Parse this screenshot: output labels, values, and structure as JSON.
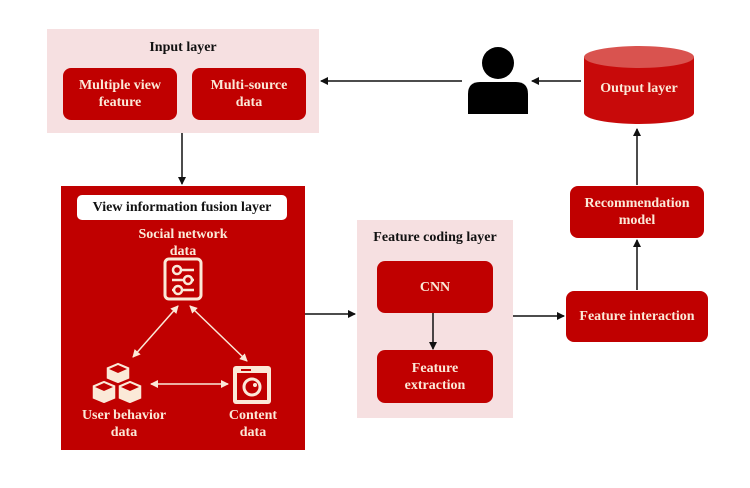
{
  "input_layer": {
    "title": "Input layer",
    "boxes": [
      {
        "label": "Multiple view feature",
        "line1": "Multiple view",
        "line2": "feature"
      },
      {
        "label": "Multi-source data",
        "line1": "Multi-source",
        "line2": "data"
      }
    ]
  },
  "user": {
    "icon": "user-icon"
  },
  "output_layer": {
    "label": "Output layer",
    "shape": "cylinder"
  },
  "fusion_layer": {
    "title": "View information fusion layer",
    "nodes": {
      "social": {
        "line1": "Social network",
        "line2": "data",
        "icon": "sliders-icon"
      },
      "user_behavior": {
        "line1": "User behavior",
        "line2": "data",
        "icon": "cubes-icon"
      },
      "content": {
        "line1": "Content",
        "line2": "data",
        "icon": "camera-icon"
      }
    }
  },
  "feature_coding_layer": {
    "title": "Feature coding layer",
    "boxes": [
      {
        "line1": "CNN"
      },
      {
        "line1": "Feature",
        "line2": "extraction"
      }
    ]
  },
  "feature_interaction": {
    "label": "Feature interaction"
  },
  "recommendation_model": {
    "line1": "Recommendation",
    "line2": "model"
  },
  "colors": {
    "primary_red": "#c00000",
    "light_panel": "#f6e0e1",
    "label_text": "#fbe9d8"
  }
}
